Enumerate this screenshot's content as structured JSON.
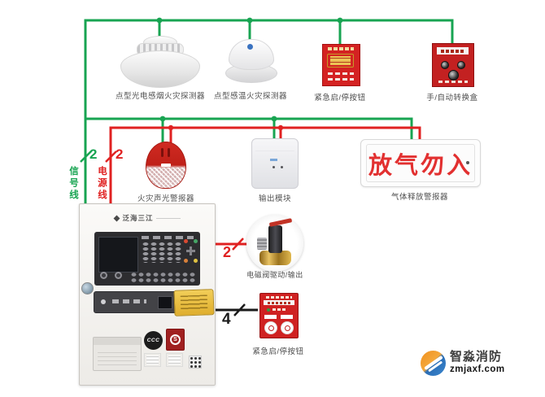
{
  "diagram": {
    "devices": {
      "smoke_detector": "点型光电感烟火灾探测器",
      "heat_detector": "点型感温火灾探测器",
      "emergency_button_top": "紧急启/停按钮",
      "manual_auto_box": "手/自动转换盒",
      "sounder": "火灾声光警报器",
      "output_module": "输出模块",
      "gas_release_alarm": "气体释放警报器",
      "gas_sign_text": "放气勿入",
      "solenoid_output": "电磁阀驱动/输出",
      "emergency_button_bottom": "紧急启/停按钮"
    },
    "panel": {
      "brand": "泛海三江",
      "ccc_mark": "CCC",
      "s_mark": "S"
    },
    "wires": {
      "signal_label": "信号线",
      "power_label": "电源线",
      "signal_count": "2",
      "power_count": "2",
      "valve_count": "2",
      "button_count": "4",
      "signal_color": "#18a452",
      "power_color": "#e02121",
      "control_color": "#1a1a1a"
    }
  },
  "watermark": {
    "brand": "智淼消防",
    "site": "zmjaxf.com"
  }
}
